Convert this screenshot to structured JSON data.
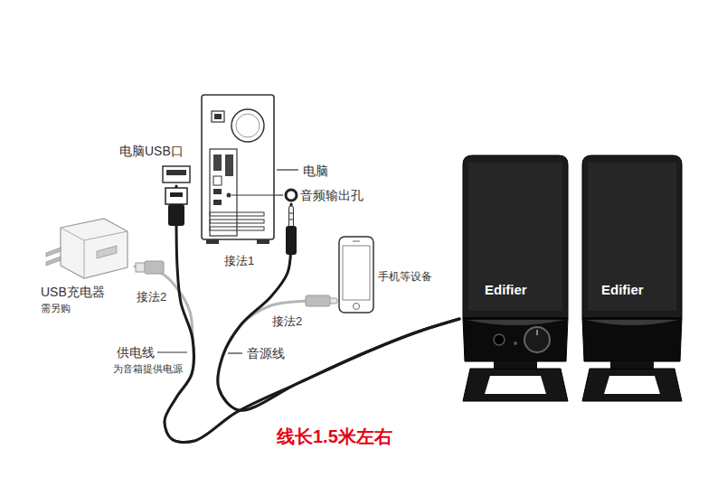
{
  "diagram": {
    "nodes": [
      {
        "text": [
          "电脑USB口"
        ]
      },
      {
        "text": [
          "电脑"
        ]
      },
      {
        "text": [
          "音频输出孔"
        ]
      },
      {
        "text": [
          "USB充电器",
          "需另购"
        ]
      },
      {
        "text": [
          "手机等设备"
        ]
      },
      {
        "text": [
          "Edifier"
        ]
      },
      {
        "text": [
          "Edifier"
        ]
      }
    ],
    "edges": [
      {
        "from": 5,
        "to": 0,
        "arrow": "none"
      },
      {
        "from": 5,
        "to": 2,
        "arrow": "none"
      },
      {
        "from": 5,
        "to": 3,
        "label": "接法2",
        "arrow": "none"
      },
      {
        "from": 5,
        "to": 4,
        "label": "接法2",
        "arrow": "none"
      }
    ],
    "labels": [
      "接法1",
      "供电线",
      "为音箱提供电源",
      "音源线",
      "线长1.5米左右"
    ]
  }
}
